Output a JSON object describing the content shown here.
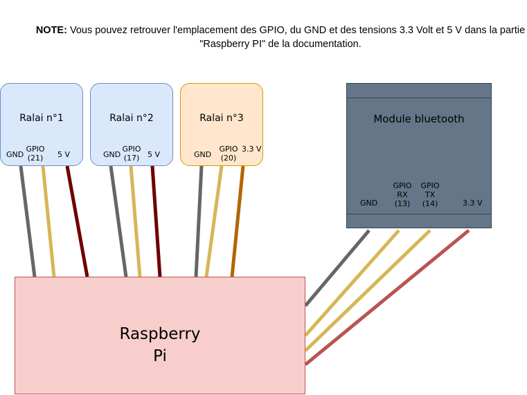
{
  "note": {
    "label": "NOTE:",
    "text": " Vous pouvez retrouver l'emplacement des GPIO, du GND et des tensions 3.3 Volt et 5 V dans la partie \"Raspberry PI\" de la documentation."
  },
  "relays": [
    {
      "title": "Ralai n°1",
      "pins": {
        "gnd": "GND",
        "gpio": "GPIO",
        "gpio_num": "(21)",
        "power": "5 V"
      }
    },
    {
      "title": "Ralai n°2",
      "pins": {
        "gnd": "GND",
        "gpio": "GPIO",
        "gpio_num": "(17)",
        "power": "5 V"
      }
    },
    {
      "title": "Ralai n°3",
      "pins": {
        "gnd": "GND",
        "gpio": "GPIO",
        "gpio_num": "(20)",
        "power": "3.3 V"
      }
    }
  ],
  "bluetooth": {
    "title": "Module bluetooth",
    "pins": {
      "gnd": "GND",
      "rx_gpio": "GPIO",
      "rx": "RX",
      "rx_num": "(13)",
      "tx_gpio": "GPIO",
      "tx": "TX",
      "tx_num": "(14)",
      "power": "3.3 V"
    }
  },
  "raspberry": {
    "line1": "Raspberry",
    "line2": "Pi"
  },
  "colors": {
    "gnd_wire": "#666666",
    "gpio_wire": "#d6b656",
    "power_5v_wire": "#6f0000",
    "power_33v_wire": "#b46504",
    "bt_power_wire": "#b85450",
    "relay_fill": "#dae8fc",
    "relay3_fill": "#ffe6cc",
    "bt_fill": "#647687",
    "rpi_fill": "#f8cecc"
  }
}
